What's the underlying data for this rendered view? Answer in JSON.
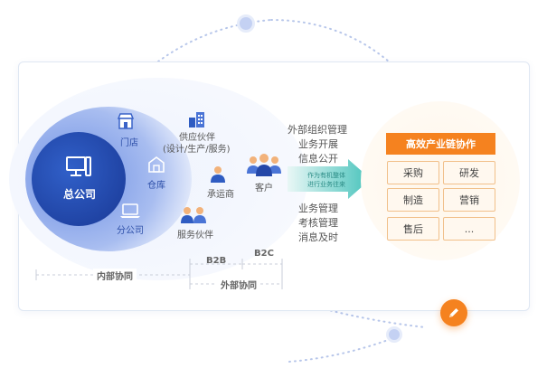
{
  "labels": {
    "head_office": "总公司",
    "store": "门店",
    "warehouse": "仓库",
    "branch": "分公司",
    "supplier_line1": "供应伙伴",
    "supplier_line2": "(设计/生产/服务)",
    "carrier": "承运商",
    "service_partner": "服务伙伴",
    "customer": "客户",
    "b2b": "B2B",
    "b2c": "B2C",
    "internal": "内部协同",
    "external": "外部协同"
  },
  "top_texts": [
    "外部组织管理",
    "业务开展",
    "信息公开"
  ],
  "bottom_texts": [
    "业务管理",
    "考核管理",
    "消息及时"
  ],
  "arrow_text": [
    "作为有机整体",
    "进行业务往来"
  ],
  "panel": {
    "title": "高效产业链协作",
    "items": [
      "采购",
      "研发",
      "制造",
      "营销",
      "售后",
      "..."
    ]
  },
  "colors": {
    "blue_dark": "#2447a8",
    "blue_mid": "#5a7fdd",
    "blue_light": "#cfdcf7",
    "orange": "#f5821f",
    "teal": "#4ecdc4"
  }
}
